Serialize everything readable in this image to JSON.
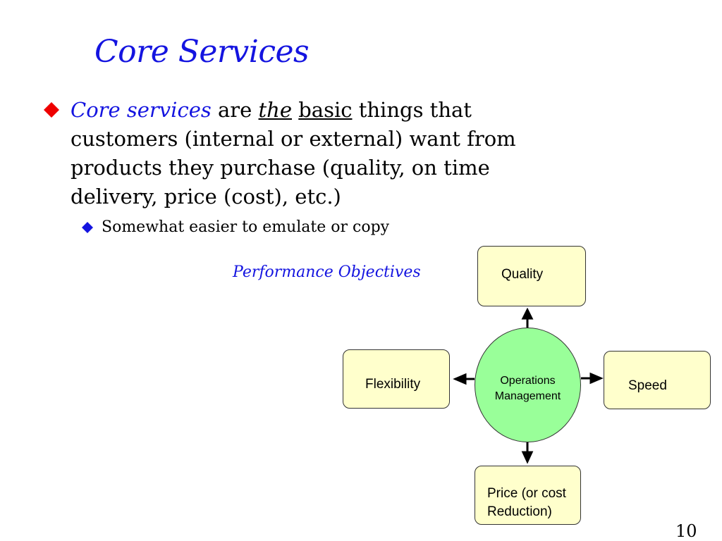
{
  "slide": {
    "title": "Core Services",
    "bullet1": {
      "lead": "Core services",
      "are": " are ",
      "the": "the",
      "basic": "basic",
      "rest": " things that customers (internal or external) want from products they purchase (quality, on time delivery, price (cost), etc.)"
    },
    "bullet2": "Somewhat easier to emulate or copy",
    "caption": "Performance Objectives",
    "page_number": "10"
  },
  "diagram": {
    "center": "Operations\nManagement",
    "top": "Quality",
    "left": "Flexibility",
    "right": "Speed",
    "bottom": "Price (or cost\nReduction)"
  },
  "colors": {
    "accent_blue": "#1414e0",
    "bullet_red": "#ee0000",
    "box_fill": "#ffffcc",
    "ellipse_fill": "#99ff99"
  }
}
